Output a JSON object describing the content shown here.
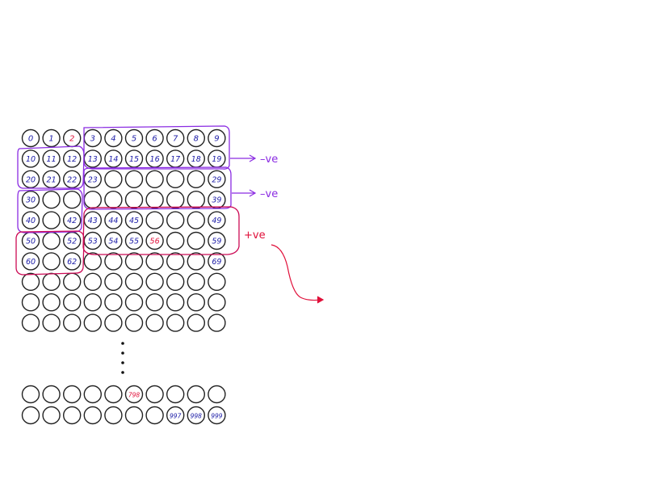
{
  "colors": {
    "circle_stroke": "#222222",
    "number_default": "#1a1aa6",
    "number_highlight": "#e0103a",
    "group_purple": "#8a2be2",
    "group_magenta": "#cc0a55",
    "arrow_purple": "#8a2be2",
    "arrow_red": "#e0103a"
  },
  "grid": {
    "columns": 10,
    "rows": [
      [
        "0",
        "1",
        "2",
        "3",
        "4",
        "5",
        "6",
        "7",
        "8",
        "9"
      ],
      [
        "10",
        "11",
        "12",
        "13",
        "14",
        "15",
        "16",
        "17",
        "18",
        "19"
      ],
      [
        "20",
        "21",
        "22",
        "23",
        "",
        "",
        "",
        "",
        "",
        "29"
      ],
      [
        "30",
        "",
        "",
        "",
        "",
        "",
        "",
        "",
        "",
        "39"
      ],
      [
        "40",
        "",
        "42",
        "43",
        "44",
        "45",
        "",
        "",
        "",
        "49"
      ],
      [
        "50",
        "",
        "52",
        "53",
        "54",
        "55",
        "56",
        "",
        "",
        "59"
      ],
      [
        "60",
        "",
        "62",
        "",
        "",
        "",
        "",
        "",
        "",
        "69"
      ],
      [
        "",
        "",
        "",
        "",
        "",
        "",
        "",
        "",
        "",
        ""
      ],
      [
        "",
        "",
        "",
        "",
        "",
        "",
        "",
        "",
        "",
        ""
      ],
      [
        "",
        "",
        "",
        "",
        "",
        "",
        "",
        "",
        "",
        ""
      ]
    ],
    "bottom_rows": [
      [
        "",
        "",
        "",
        "",
        "",
        "798",
        "",
        "",
        "",
        ""
      ],
      [
        "",
        "",
        "",
        "",
        "",
        "",
        "",
        "997",
        "998",
        "999"
      ]
    ],
    "highlighted": [
      "2",
      "56",
      "798"
    ]
  },
  "annotations": {
    "label_row1": "–ve",
    "label_row2": "–ve",
    "label_positive": "+ve"
  },
  "ellipsis": "⋮"
}
